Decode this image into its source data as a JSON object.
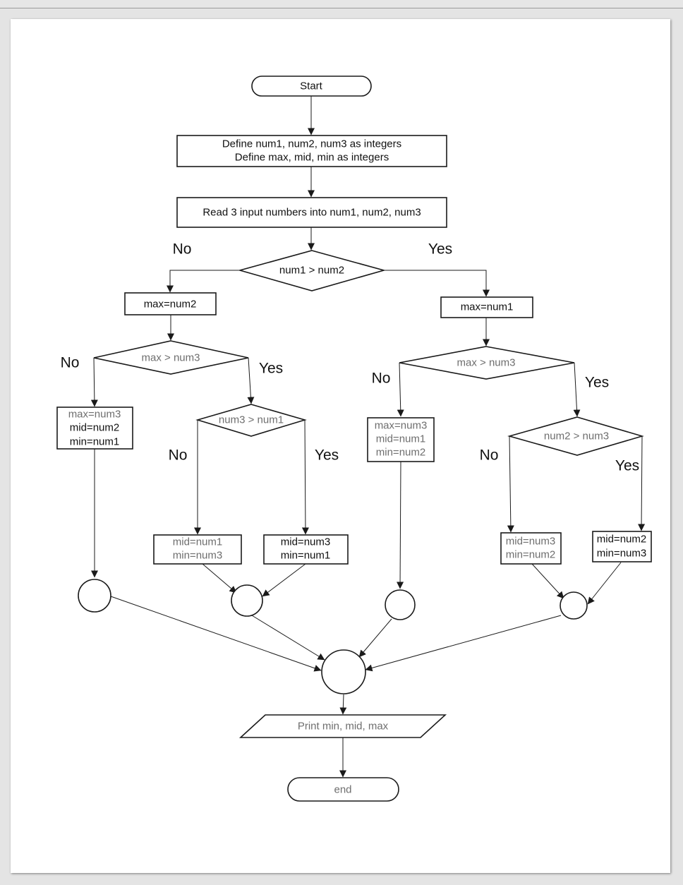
{
  "colors": {
    "background": "#e4e4e4",
    "paper": "#ffffff",
    "stroke": "#1a1a1a",
    "text_dark": "#111111",
    "text_gray": "#6e6e6e"
  },
  "diagram": {
    "start": "Start",
    "define_line1": "Define num1, num2, num3 as integers",
    "define_line2": "Define max, mid, min as integers",
    "read_inputs": "Read 3 input numbers into num1, num2, num3",
    "decision_num1_gt_num2": "num1 > num2",
    "left": {
      "assign_max": "max=num2",
      "decision_max_gt_num3": "max > num3",
      "box_no_line1": "max=num3",
      "box_no_line2": "mid=num2",
      "box_no_line3": "min=num1",
      "decision_num3_gt_num1": "num3 > num1",
      "box_inner_no_line1": "mid=num1",
      "box_inner_no_line2": "min=num3",
      "box_inner_yes_line1": "mid=num3",
      "box_inner_yes_line2": "min=num1"
    },
    "right": {
      "assign_max": "max=num1",
      "decision_max_gt_num3": "max > num3",
      "box_no_line1": "max=num3",
      "box_no_line2": "mid=num1",
      "box_no_line3": "min=num2",
      "decision_num2_gt_num3": "num2 > num3",
      "box_inner_no_line1": "mid=num3",
      "box_inner_no_line2": "min=num2",
      "box_inner_yes_line1": "mid=num2",
      "box_inner_yes_line2": "min=num3"
    },
    "print_output": "Print  min, mid, max",
    "end": "end",
    "no_label": "No",
    "yes_label": "Yes"
  }
}
